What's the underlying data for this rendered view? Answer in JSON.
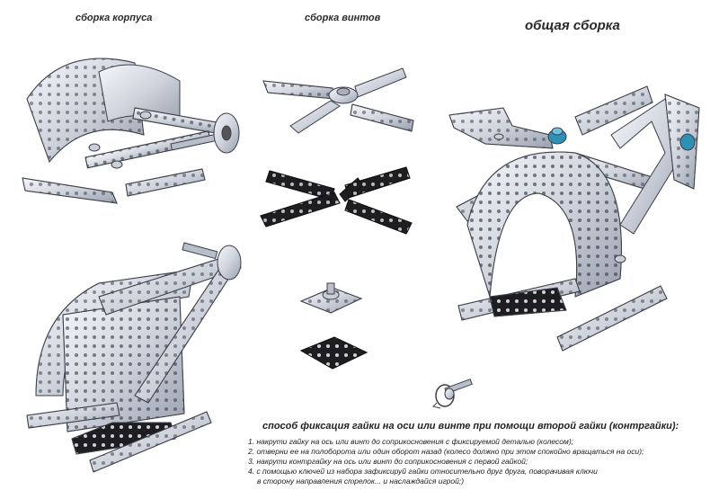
{
  "sections": {
    "body_assembly": "сборка корпуса",
    "screws_assembly": "сборка винтов",
    "general_assembly": "общая сборка"
  },
  "instructions": {
    "title": "способ фиксация гайки на оси или винте при помощи второй гайки (контргайки):",
    "steps": [
      {
        "text": "1. накрути гайку на ось или винт до соприкосновения с фиксируемой деталью (колесом);",
        "cont": ""
      },
      {
        "text": "2. отверни ее на полоборота или один оборот назад (колесо должно при этом спокойно вращаться на оси);",
        "cont": ""
      },
      {
        "text": "3. накрути контргайку на ось или винт до соприкосновения с первой гайкой;",
        "cont": ""
      },
      {
        "text": "4. с помощью ключей из набора зафиксируй гайки относительно друг друга, поворачивая ключи",
        "cont": "в сторону направления стрелок... и наслаждайся игрой;)"
      }
    ]
  },
  "colors": {
    "metal": "#dfe3ea",
    "metal_dark": "#8d94a3",
    "black_part": "#1e1e22",
    "nut_blue": "#2f8fb5"
  }
}
